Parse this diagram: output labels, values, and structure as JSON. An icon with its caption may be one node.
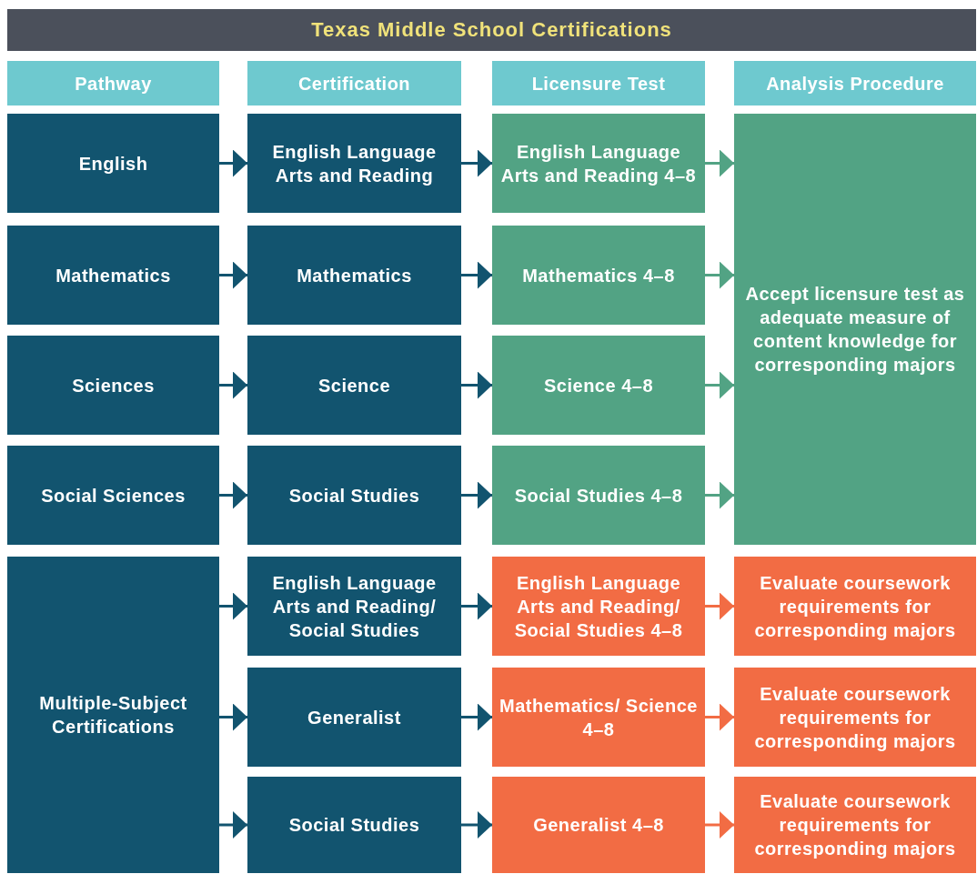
{
  "diagram": {
    "title": "Texas Middle School Certifications",
    "nodes": [
      {
        "text": [
          "Pathway"
        ]
      },
      {
        "text": [
          "Certification"
        ]
      },
      {
        "text": [
          "Licensure Test"
        ]
      },
      {
        "text": [
          "Analysis Procedure"
        ]
      },
      {
        "text": [
          "English"
        ]
      },
      {
        "text": [
          "English Language Arts and Reading"
        ]
      },
      {
        "text": [
          "English Language Arts and Reading 4–8"
        ]
      },
      {
        "text": [
          "Mathematics"
        ]
      },
      {
        "text": [
          "Mathematics"
        ]
      },
      {
        "text": [
          "Mathematics 4–8"
        ]
      },
      {
        "text": [
          "Sciences"
        ]
      },
      {
        "text": [
          "Science"
        ]
      },
      {
        "text": [
          "Science 4–8"
        ]
      },
      {
        "text": [
          "Social Sciences"
        ]
      },
      {
        "text": [
          "Social Studies"
        ]
      },
      {
        "text": [
          "Social Studies 4–8"
        ]
      },
      {
        "text": [
          "Accept licensure test as adequate measure of content knowledge for corresponding majors"
        ]
      },
      {
        "text": [
          "Multiple-Subject Certifications"
        ]
      },
      {
        "text": [
          "English Language Arts and Reading/ Social Studies"
        ]
      },
      {
        "text": [
          "English Language Arts and Reading/ Social Studies 4–8"
        ]
      },
      {
        "text": [
          "Evaluate coursework requirements for corresponding majors"
        ]
      },
      {
        "text": [
          "Generalist"
        ]
      },
      {
        "text": [
          "Mathematics/ Science 4–8"
        ]
      },
      {
        "text": [
          "Evaluate coursework requirements for corresponding majors"
        ]
      },
      {
        "text": [
          "Social Studies"
        ]
      },
      {
        "text": [
          "Generalist 4–8"
        ]
      },
      {
        "text": [
          "Evaluate coursework requirements for corresponding majors"
        ]
      }
    ],
    "edges": [
      {
        "from": 4,
        "to": 5,
        "arrow": "to"
      },
      {
        "from": 5,
        "to": 6,
        "arrow": "to"
      },
      {
        "from": 6,
        "to": 16,
        "arrow": "to",
        "color": "#52a384"
      },
      {
        "from": 7,
        "to": 8,
        "arrow": "to"
      },
      {
        "from": 8,
        "to": 9,
        "arrow": "to"
      },
      {
        "from": 9,
        "to": 16,
        "arrow": "to",
        "color": "#52a384"
      },
      {
        "from": 10,
        "to": 11,
        "arrow": "to"
      },
      {
        "from": 11,
        "to": 12,
        "arrow": "to"
      },
      {
        "from": 12,
        "to": 16,
        "arrow": "to",
        "color": "#52a384"
      },
      {
        "from": 13,
        "to": 14,
        "arrow": "to"
      },
      {
        "from": 14,
        "to": 15,
        "arrow": "to"
      },
      {
        "from": 15,
        "to": 16,
        "arrow": "to",
        "color": "#52a384"
      },
      {
        "from": 17,
        "to": 18,
        "arrow": "to"
      },
      {
        "from": 17,
        "to": 21,
        "arrow": "to"
      },
      {
        "from": 17,
        "to": 24,
        "arrow": "to"
      },
      {
        "from": 18,
        "to": 19,
        "arrow": "to"
      },
      {
        "from": 19,
        "to": 20,
        "arrow": "to",
        "color": "#f26c44"
      },
      {
        "from": 21,
        "to": 22,
        "arrow": "to"
      },
      {
        "from": 22,
        "to": 23,
        "arrow": "to",
        "color": "#f26c44"
      },
      {
        "from": 24,
        "to": 25,
        "arrow": "to"
      },
      {
        "from": 25,
        "to": 26,
        "arrow": "to",
        "color": "#f26c44"
      }
    ]
  }
}
